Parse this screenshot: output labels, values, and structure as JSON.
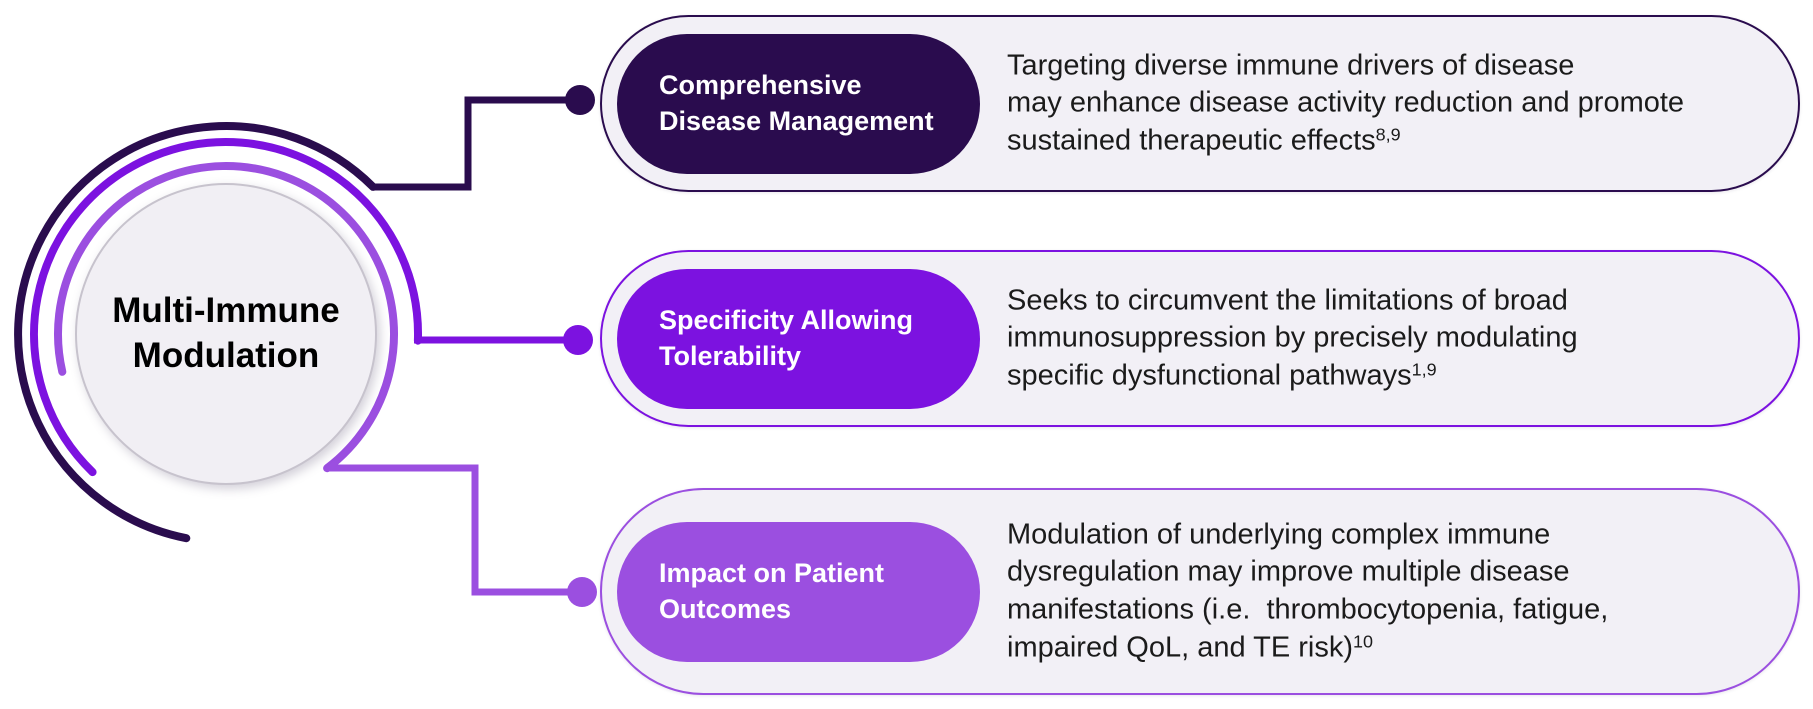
{
  "hub": {
    "title": "Multi-Immune\nModulation",
    "rings": [
      {
        "name": "outer-ring",
        "color": "#2a0c4e"
      },
      {
        "name": "middle-ring",
        "color": "#7c12e0"
      },
      {
        "name": "inner-ring",
        "color": "#9b4fe0"
      }
    ]
  },
  "cards": [
    {
      "id": "comprehensive-disease-management",
      "label": "Comprehensive\nDisease Management",
      "description": "Targeting diverse immune drivers of disease\nmay enhance disease activity reduction and promote\nsustained therapeutic effects",
      "reference": "8,9",
      "accent": "#2a0c4e"
    },
    {
      "id": "specificity-allowing-tolerability",
      "label": "Specificity Allowing\nTolerability",
      "description": "Seeks to circumvent the limitations of broad\nimmunosuppression by precisely modulating\nspecific dysfunctional pathways",
      "reference": "1,9",
      "accent": "#7c12e0"
    },
    {
      "id": "impact-on-patient-outcomes",
      "label": "Impact on Patient\nOutcomes",
      "description": "Modulation of underlying complex immune\ndysregulation may improve multiple disease\nmanifestations (i.e.  thrombocytopenia, fatigue,\nimpaired QoL, and TE risk)",
      "reference": "10",
      "accent": "#9b4fe0"
    }
  ],
  "colors": {
    "card_background": "#f2f0f6",
    "hub_fill": "#f1eff4",
    "hub_border": "#c7c3cd",
    "description_text": "#1b1b1b",
    "label_text": "#ffffff"
  }
}
